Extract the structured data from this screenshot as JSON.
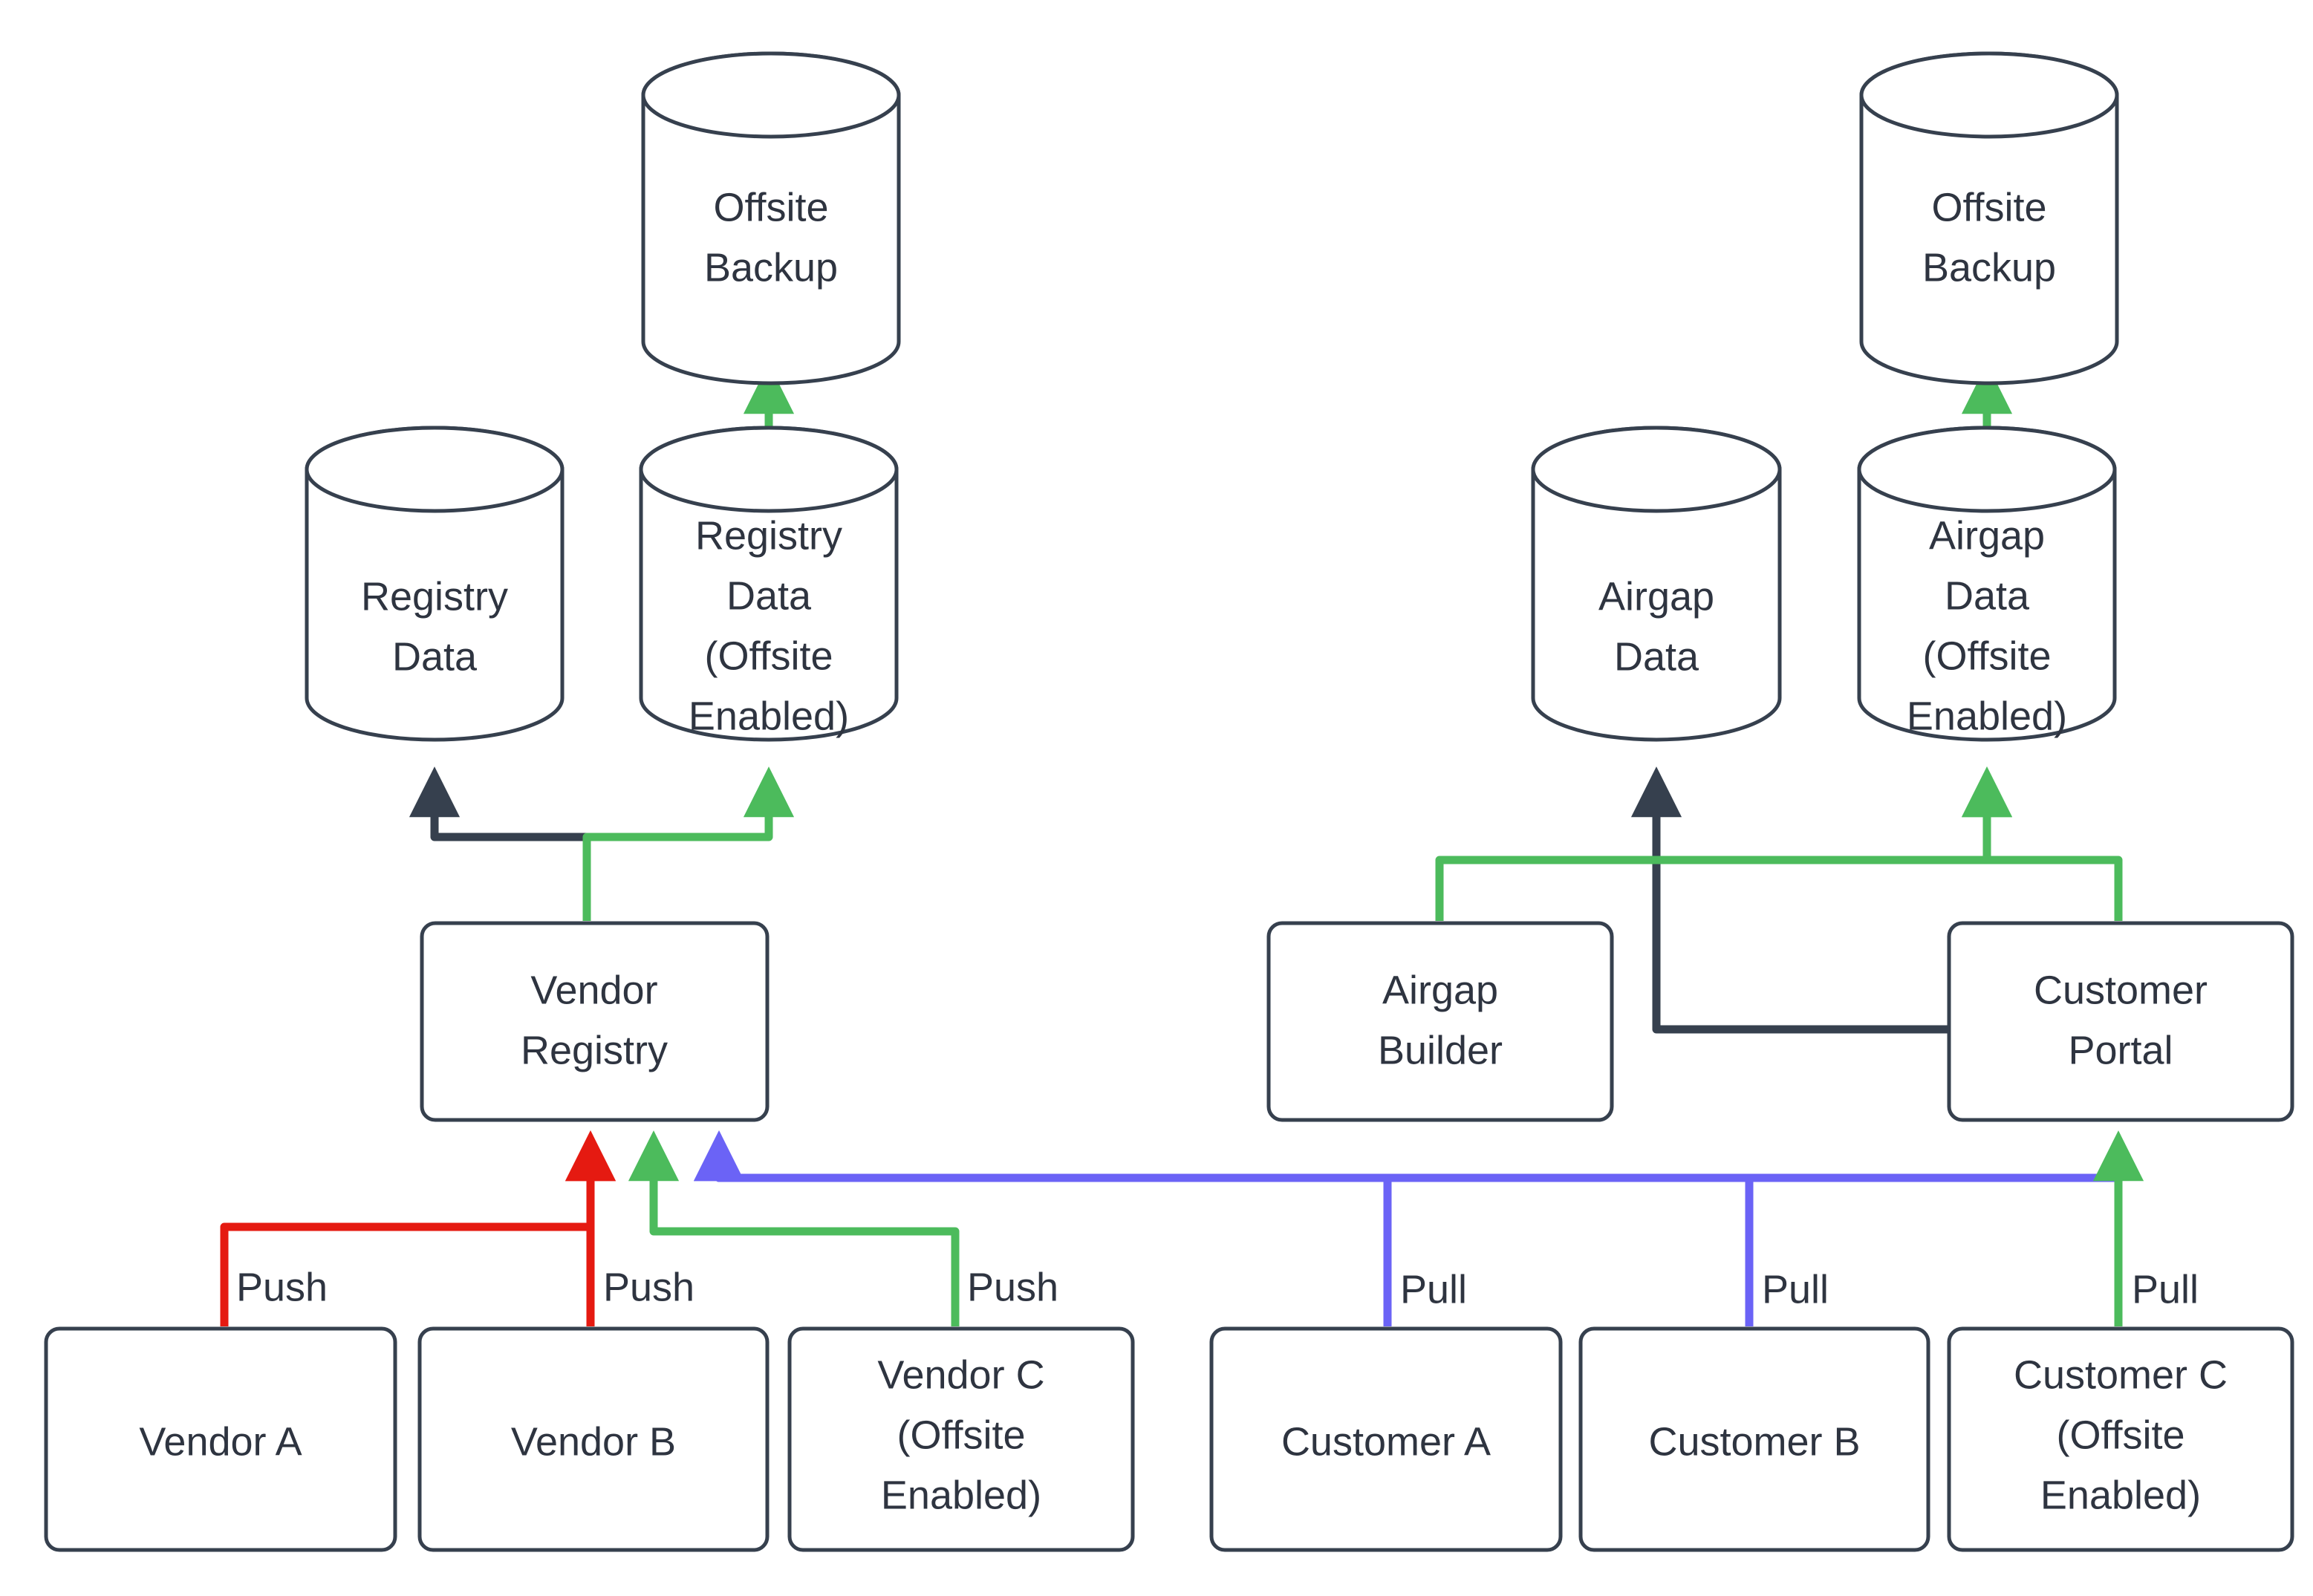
{
  "diagram": {
    "title": "Vendor Registry and Customer Portal data flow",
    "background": "#ffffff",
    "colors": {
      "node_stroke": "#36404E",
      "node_fill": "#ffffff",
      "text": "#2E3440",
      "dark_link": "#36404E",
      "green_link": "#4CBB5C",
      "red_link": "#E51A11",
      "blue_link": "#6B63F6"
    },
    "nodes": {
      "offsite_backup_left": {
        "label_line1": "Offsite",
        "label_line2": "Backup",
        "shape": "cylinder"
      },
      "offsite_backup_right": {
        "label_line1": "Offsite",
        "label_line2": "Backup",
        "shape": "cylinder"
      },
      "registry_data": {
        "label_line1": "Registry",
        "label_line2": "Data",
        "shape": "cylinder"
      },
      "registry_data_offsite": {
        "label_line1": "Registry",
        "label_line2": "Data",
        "label_line3": "(Offsite",
        "label_line4": "Enabled)",
        "shape": "cylinder"
      },
      "airgap_data": {
        "label_line1": "Airgap",
        "label_line2": "Data",
        "shape": "cylinder"
      },
      "airgap_data_offsite": {
        "label_line1": "Airgap",
        "label_line2": "Data",
        "label_line3": "(Offsite",
        "label_line4": "Enabled)",
        "shape": "cylinder"
      },
      "vendor_registry": {
        "label_line1": "Vendor",
        "label_line2": "Registry",
        "shape": "rounded-rect"
      },
      "airgap_builder": {
        "label_line1": "Airgap",
        "label_line2": "Builder",
        "shape": "rounded-rect"
      },
      "customer_portal": {
        "label_line1": "Customer",
        "label_line2": "Portal",
        "shape": "rounded-rect"
      },
      "vendor_a": {
        "label_line1": "Vendor A",
        "shape": "rounded-rect"
      },
      "vendor_b": {
        "label_line1": "Vendor B",
        "shape": "rounded-rect"
      },
      "vendor_c": {
        "label_line1": "Vendor C",
        "label_line2": "(Offsite",
        "label_line3": "Enabled)",
        "shape": "rounded-rect"
      },
      "customer_a": {
        "label_line1": "Customer A",
        "shape": "rounded-rect"
      },
      "customer_b": {
        "label_line1": "Customer B",
        "shape": "rounded-rect"
      },
      "customer_c": {
        "label_line1": "Customer C",
        "label_line2": "(Offsite",
        "label_line3": "Enabled)",
        "shape": "rounded-rect"
      }
    },
    "edge_labels": {
      "vendor_a_push": "Push",
      "vendor_b_push": "Push",
      "vendor_c_push": "Push",
      "customer_a_pull": "Pull",
      "customer_b_pull": "Pull",
      "customer_c_pull": "Pull"
    }
  }
}
